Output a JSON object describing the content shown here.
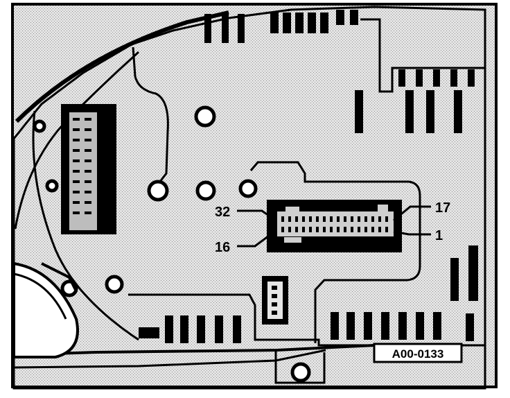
{
  "diagram": {
    "labels": {
      "pin_32": "32",
      "pin_17": "17",
      "pin_16": "16",
      "pin_1": "1"
    },
    "reference_code": "A00-0133"
  },
  "colors": {
    "ink": "#000000",
    "board": "#d9d9d9",
    "paper": "#ffffff"
  }
}
